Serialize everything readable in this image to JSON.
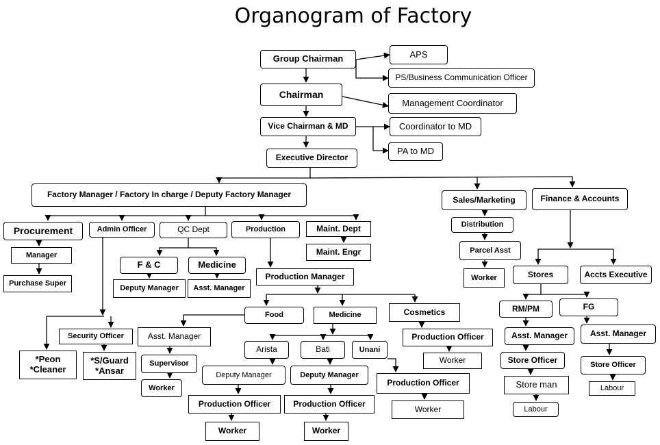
{
  "title": "Organogram of Factory",
  "nodes": {
    "group_chairman": "Group Chairman",
    "aps": "APS",
    "ps_business": "PS/Business Communication Officer",
    "chairman": "Chairman",
    "mgmt_coordinator": "Management Coordinator",
    "vice_chairman": "Vice Chairman & MD",
    "coordinator_md": "Coordinator to  MD",
    "pa_md": "PA to MD",
    "exec_director": "Executive Director",
    "factory_manager": "Factory Manager / Factory In charge / Deputy Factory Manager",
    "sales_marketing": "Sales/Marketing",
    "finance_accounts": "Finance & Accounts",
    "procurement": "Procurement",
    "manager": "Manager",
    "purchase_super": "Purchase Super",
    "admin_officer": "Admin Officer",
    "qc_dept": "QC Dept",
    "production": "Production",
    "maint_dept": "Maint.  Dept",
    "maint_engr": "Maint. Engr",
    "fc": "F & C",
    "qc_medicine": "Medicine",
    "fc_deputy_manager": "Deputy Manager",
    "qc_asst_manager": "Asst. Manager",
    "production_manager": "Production Manager",
    "distribution": "Distribution",
    "parcel_asst": "Parcel Asst",
    "sales_worker": "Worker",
    "stores": "Stores",
    "accts_executive": "Accts Executive",
    "rm_pm": "RM/PM",
    "fg": "FG",
    "rm_asst_manager": "Asst. Manager",
    "fg_asst_manager": "Asst. Manager",
    "store_officer_rm": "Store Officer",
    "store_officer_fg": "Store Officer",
    "store_man": "Store man",
    "labour_rm": "Labour",
    "labour_fg": "Labour",
    "security_officer": "Security  Officer",
    "peon_line1": "*Peon",
    "peon_line2": "*Cleaner",
    "guard_line1": "*S/Guard",
    "guard_line2": "*Ansar",
    "food": "Food",
    "prod_medicine": "Medicine",
    "cosmetics": "Cosmetics",
    "food_asst_manager": "Asst. Manager",
    "supervisor": "Supervisor",
    "food_worker": "Worker",
    "arista": "Arista",
    "bati": "Bati",
    "unani": "Unani",
    "arista_deputy_manager": "Deputy Manager",
    "bati_deputy_manager": "Deputy Manager",
    "arista_prod_officer": "Production Officer",
    "bati_prod_officer": "Production Officer",
    "arista_worker": "Worker",
    "bati_worker": "Worker",
    "unani_prod_officer": "Production Officer",
    "unani_worker": "Worker",
    "cosmetics_prod_officer": "Production   Officer",
    "cosmetics_worker": "Worker"
  }
}
